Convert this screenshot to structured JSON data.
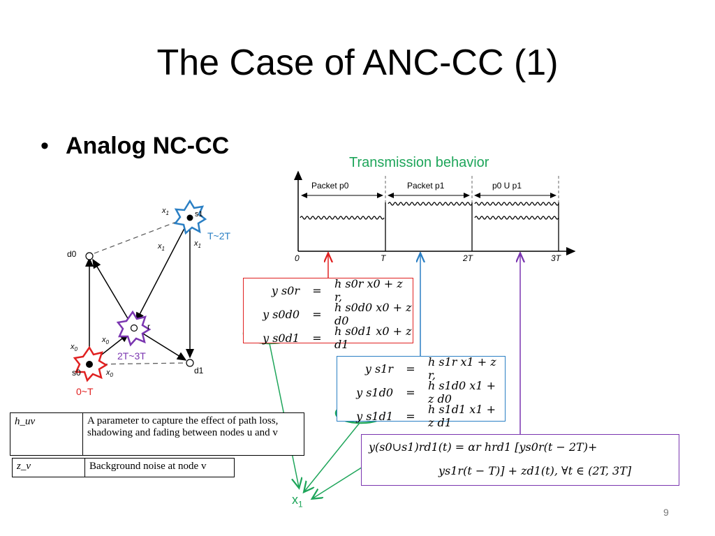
{
  "slide": {
    "title": "The Case of ANC-CC (1)",
    "bullet": "Analog NC-CC",
    "caption": "Transmission behavior",
    "page_number": "9",
    "x1_label": "x",
    "x1_sub": "1"
  },
  "network": {
    "nodes": {
      "d0": "d0",
      "s1": "s1",
      "r": "r",
      "s0": "s0",
      "d1": "d1"
    },
    "timing": {
      "s1": "T~2T",
      "r": "2T~3T",
      "s0": "0~T"
    },
    "edge_labels": {
      "x1": "x",
      "x1_sub": "1",
      "x0": "x",
      "x0_sub": "0"
    },
    "colors": {
      "s0": "#e02020",
      "s1": "#2a7fc4",
      "r": "#7a35b0",
      "arrows": "#1ea55a"
    }
  },
  "timeline": {
    "packets": [
      "Packet p0",
      "Packet p1",
      "p0 U p1"
    ],
    "ticks": [
      "0",
      "T",
      "2T",
      "3T"
    ]
  },
  "equations": {
    "red": [
      {
        "lhs": "y s0r",
        "rhs": "h s0r x0 + z r,"
      },
      {
        "lhs": "y s0d0",
        "rhs": "h s0d0 x0 + z d0"
      },
      {
        "lhs": "y s0d1",
        "rhs": "h s0d1 x0 + z d1"
      }
    ],
    "blue": [
      {
        "lhs": "y s1r",
        "rhs": "h s1r x1 + z r,"
      },
      {
        "lhs": "y s1d0",
        "rhs": "h s1d0 x1 + z d0"
      },
      {
        "lhs": "y s1d1",
        "rhs": "h s1d1 x1 + z d1"
      }
    ],
    "purple_line1": "y(s0∪s1)rd1(t) = αr hrd1 [ys0r(t − 2T)+",
    "purple_line2": "ys1r(t − T)] + zd1(t),     ∀t ∈ (2T, 3T]"
  },
  "definitions": [
    {
      "key": "h_uv",
      "text": "A parameter to capture the effect of path loss, shadowing and fading between nodes u and v"
    },
    {
      "key": "z_v",
      "text": "Background noise at node v"
    }
  ]
}
